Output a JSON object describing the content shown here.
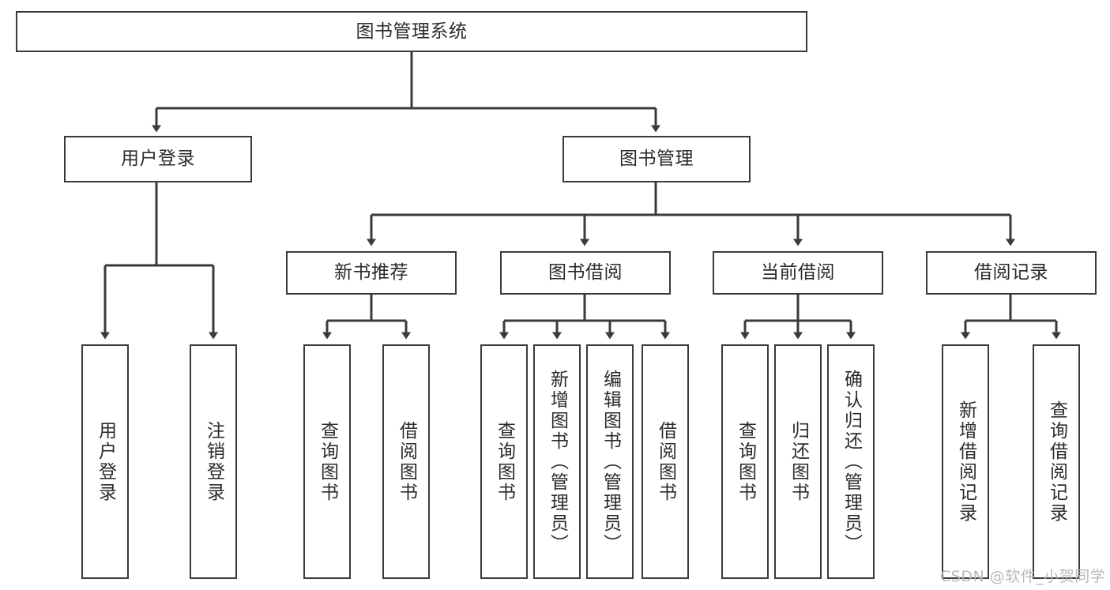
{
  "diagram": {
    "type": "tree-hierarchy-chart",
    "title": "图书管理系统",
    "root": {
      "label": "图书管理系统"
    },
    "level2": [
      {
        "id": "user-login",
        "label": "用户登录"
      },
      {
        "id": "book-management",
        "label": "图书管理"
      }
    ],
    "level3": [
      {
        "id": "new-book-recommend",
        "label": "新书推荐",
        "parent": "book-management"
      },
      {
        "id": "book-borrow",
        "label": "图书借阅",
        "parent": "book-management"
      },
      {
        "id": "current-borrow",
        "label": "当前借阅",
        "parent": "book-management"
      },
      {
        "id": "borrow-record",
        "label": "借阅记录",
        "parent": "book-management"
      }
    ],
    "leaves": {
      "user-login": [
        {
          "id": "leaf-user-login",
          "label": "用户登录"
        },
        {
          "id": "leaf-logout",
          "label": "注销登录"
        }
      ],
      "new-book-recommend": [
        {
          "id": "leaf-query-book-1",
          "label": "查询图书"
        },
        {
          "id": "leaf-borrow-book-1",
          "label": "借阅图书"
        }
      ],
      "book-borrow": [
        {
          "id": "leaf-query-book-2",
          "label": "查询图书"
        },
        {
          "id": "leaf-add-book",
          "label": "新增图书（管理员）"
        },
        {
          "id": "leaf-edit-book",
          "label": "编辑图书（管理员）"
        },
        {
          "id": "leaf-borrow-book-2",
          "label": "借阅图书"
        }
      ],
      "current-borrow": [
        {
          "id": "leaf-query-book-3",
          "label": "查询图书"
        },
        {
          "id": "leaf-return-book",
          "label": "归还图书"
        },
        {
          "id": "leaf-confirm-return",
          "label": "确认归还（管理员）"
        }
      ],
      "borrow-record": [
        {
          "id": "leaf-add-record",
          "label": "新增借阅记录"
        },
        {
          "id": "leaf-query-record",
          "label": "查询借阅记录"
        }
      ]
    }
  },
  "watermark": {
    "text": "CSDN @软件_小贺同学"
  },
  "colors": {
    "stroke": "#3a3a3a",
    "text": "#2b2b2b",
    "background": "#ffffff",
    "watermark": "#b9b9b9"
  }
}
